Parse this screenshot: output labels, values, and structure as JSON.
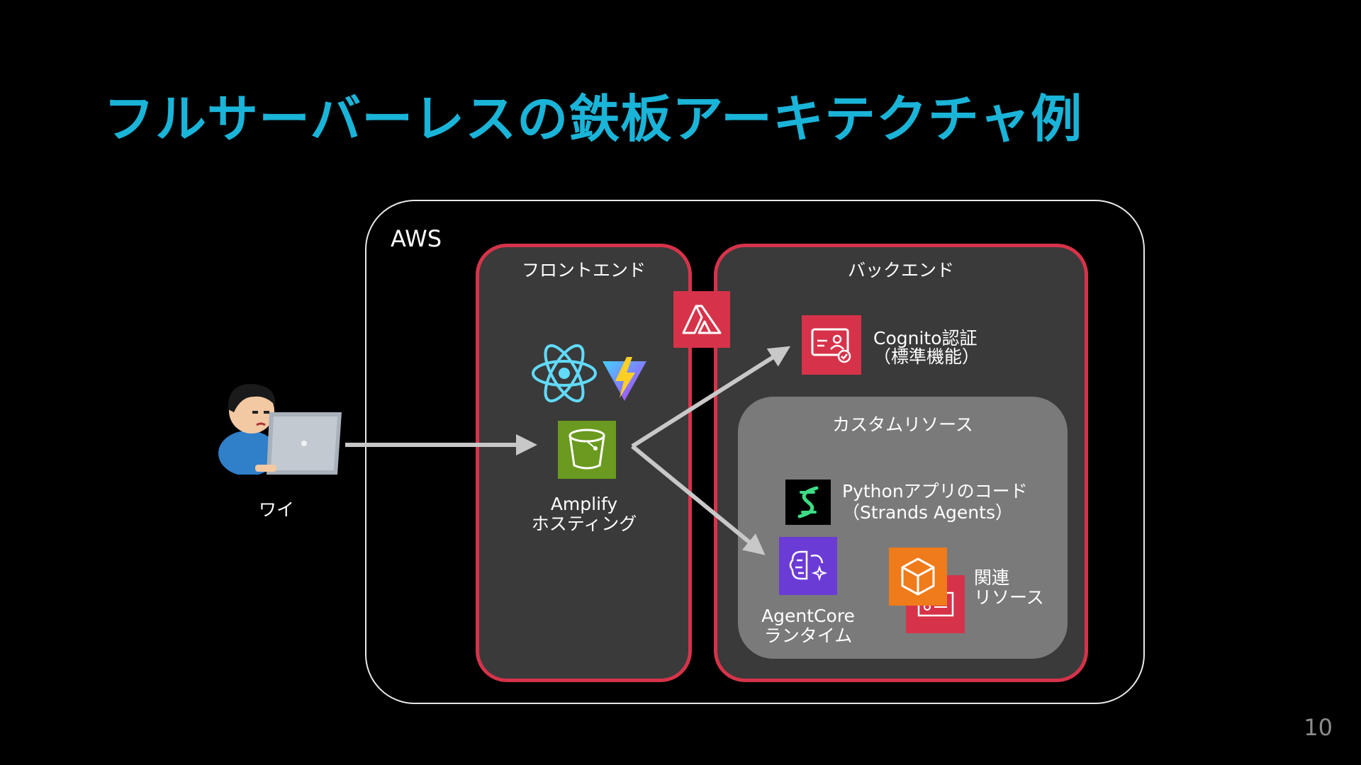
{
  "title": "フルサーバーレスの鉄板アーキテクチャ例",
  "aws_label": "AWS",
  "user": {
    "label": "ワイ"
  },
  "frontend": {
    "title": "フロントエンド",
    "hosting_label_line1": "Amplify",
    "hosting_label_line2": "ホスティング"
  },
  "backend": {
    "title": "バックエンド",
    "cognito_line1": "Cognito認証",
    "cognito_line2": "（標準機能）",
    "custom_resources": {
      "title": "カスタムリソース",
      "python_line1": "Pythonアプリのコード",
      "python_line2": "（Strands Agents）",
      "agentcore_line1": "AgentCore",
      "agentcore_line2": "ランタイム",
      "related_line1": "関連",
      "related_line2": "リソース"
    }
  },
  "page_number": "10",
  "colors": {
    "title": "#1ab4d8",
    "panel_border": "#d6334a",
    "panel_fill": "#3a3a3a",
    "custom_fill": "#7a7a7a",
    "s3_green": "#6a9a1f",
    "agentcore_purple": "#6b3bd6",
    "orange": "#f07b1a"
  },
  "icons": {
    "amplify": "amplify-icon",
    "react": "react-icon",
    "vite": "vite-icon",
    "s3": "s3-bucket-icon",
    "cognito": "cognito-icon",
    "strands": "strands-icon",
    "agentcore": "agentcore-icon",
    "resources": "resources-icon",
    "user": "user-laptop-icon"
  }
}
